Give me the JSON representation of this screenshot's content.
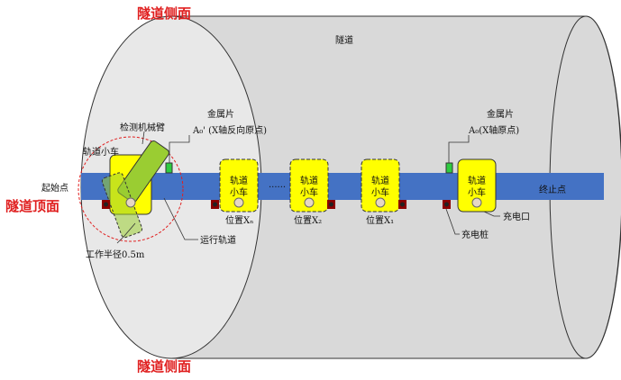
{
  "labels": {
    "side_top": "隧道侧面",
    "side_bottom": "隧道侧面",
    "tunnel_top": "隧道顶面",
    "tunnel": "隧道",
    "start": "起始点",
    "end": "终止点",
    "arm": "检测机械臂",
    "cart_left": "轨道小车",
    "metal_left": "金属片",
    "metal_right": "金属片",
    "origin_rev": "A₀' (X轴反向原点)",
    "origin": "A₀(X轴原点)",
    "radius": "工作半径0.5m",
    "track": "运行轨道",
    "pos_n": "位置Xₙ",
    "pos_2": "位置X₂",
    "pos_1": "位置X₁",
    "dots": "......",
    "charge_port": "充电口",
    "charge_pile": "充电桩"
  },
  "carts": [
    {
      "line1": "轨道",
      "line2": "小车"
    },
    {
      "line1": "轨道",
      "line2": "小车"
    },
    {
      "line1": "轨道",
      "line2": "小车"
    },
    {
      "line1": "轨道",
      "line2": "小车"
    }
  ],
  "colors": {
    "rail": "#4472c4",
    "cart_fill": "#ffff00",
    "arm": "#9acd32",
    "metal": "#2ecc40",
    "label_red": "#e02020",
    "tunnel_gray": "#d9d9d9"
  }
}
